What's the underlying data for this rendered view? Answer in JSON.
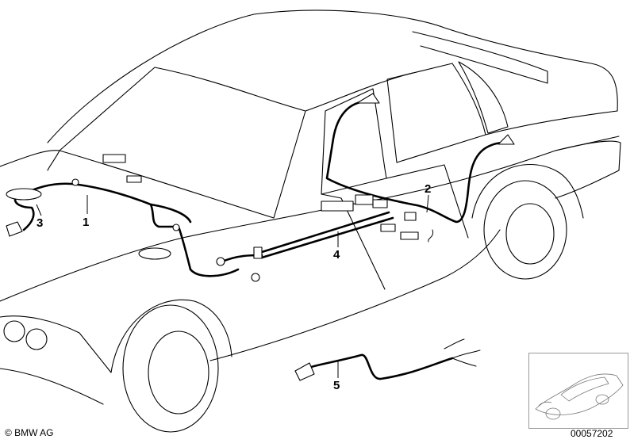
{
  "callouts": {
    "c1": "1",
    "c2": "2",
    "c3": "3",
    "c4": "4",
    "c5": "5"
  },
  "footer": {
    "copyright": "© BMW AG",
    "drawing_number": "00057202"
  },
  "colors": {
    "line": "#000000",
    "wire": "#000000",
    "paper": "#ffffff",
    "thumb_border": "#9a9a9a"
  }
}
